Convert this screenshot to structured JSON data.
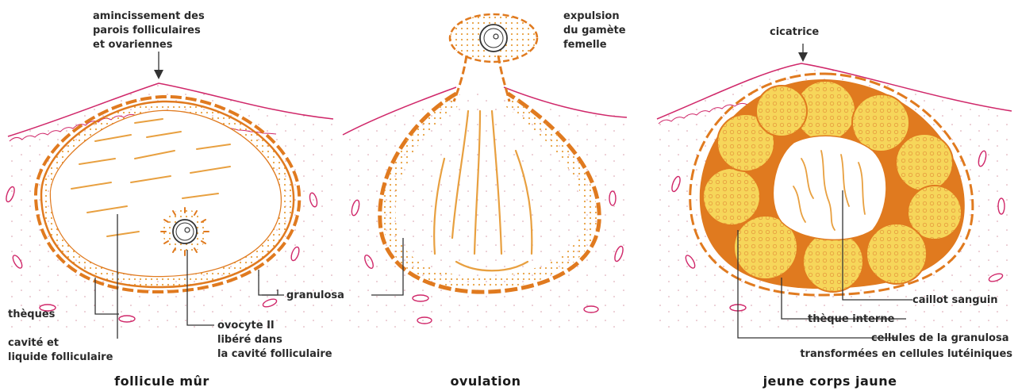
{
  "panels": [
    {
      "caption": "follicule mûr",
      "labels": {
        "top": [
          "amincissement des",
          "parois folliculaires",
          "et ovariennes"
        ],
        "granulosa": "granulosa",
        "theques": "thèques",
        "cavite": [
          "cavité et",
          "liquide folliculaire"
        ],
        "ovocyte": [
          "ovocyte II",
          "libéré dans",
          "la cavité folliculaire"
        ]
      }
    },
    {
      "caption": "ovulation",
      "labels": {
        "top": [
          "expulsion",
          "du gamète",
          "femelle"
        ]
      }
    },
    {
      "caption": "jeune corps jaune",
      "labels": {
        "top": "cicatrice",
        "caillot": "caillot sanguin",
        "theque_interne": "thèque interne",
        "cellules": [
          "cellules de la granulosa",
          "transformées en cellules lutéiniques"
        ]
      }
    }
  ],
  "colors": {
    "wall": "#e07a1f",
    "granulosa_dots": "#e8a040",
    "lutein_fill": "#f6d65a",
    "surface": "#d0286a",
    "stroma_cell": "#d0286a"
  }
}
